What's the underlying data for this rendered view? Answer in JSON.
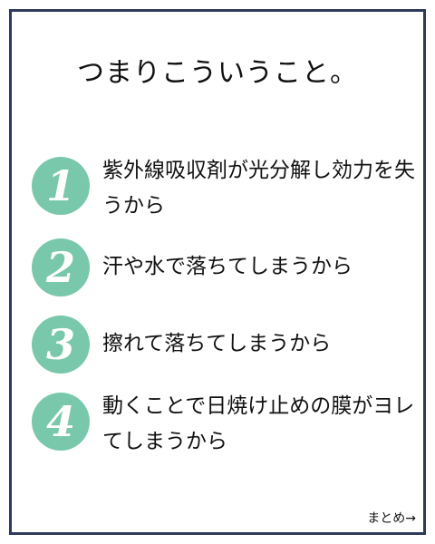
{
  "title": "つまりこういうこと。",
  "items": [
    {
      "number": "1",
      "text": "紫外線吸収剤が光分解し効力を失うから"
    },
    {
      "number": "2",
      "text": "汗や水で落ちてしまうから"
    },
    {
      "number": "3",
      "text": "擦れて落ちてしまうから"
    },
    {
      "number": "4",
      "text": "動くことで日焼け止めの膜がヨレてしまうから"
    }
  ],
  "footer": "まとめ→",
  "colors": {
    "badge": "#79c8ab",
    "border": "#2f3a5a"
  }
}
